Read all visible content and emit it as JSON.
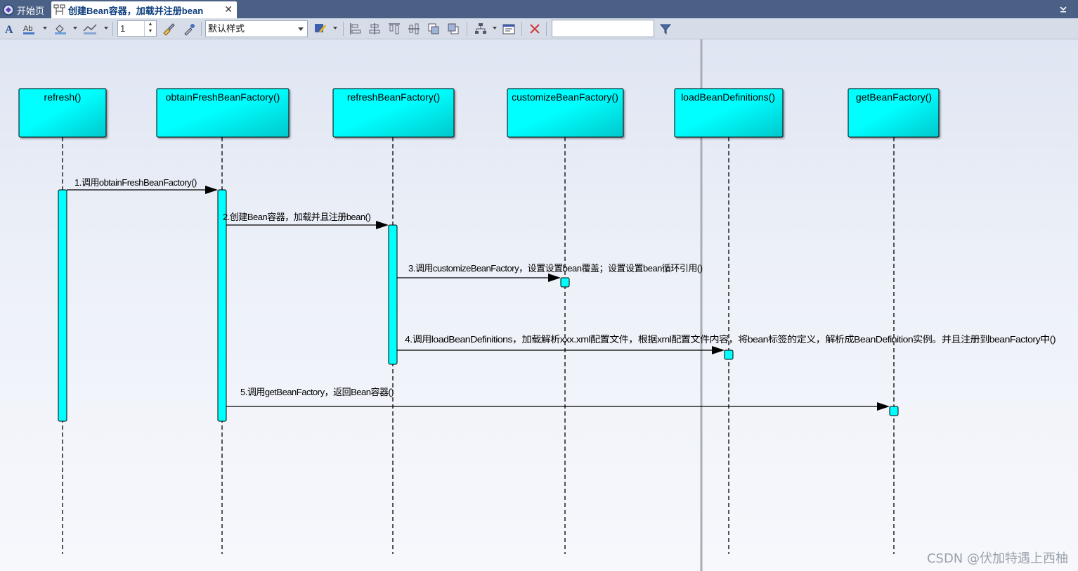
{
  "tabs": {
    "start_label": "开始页",
    "active_label": "创建Bean容器，加载并注册bean",
    "close_glyph": "✕"
  },
  "toolbar": {
    "font_size_value": "1",
    "style_select_value": "默认样式",
    "search_value": "",
    "icons": [
      "font-icon",
      "text-color-icon",
      "fill-color-icon",
      "line-color-icon",
      "format-painter-icon",
      "eyedropper-icon",
      "style-apply-icon",
      "align-left-icon",
      "align-center-icon",
      "align-top-icon",
      "align-middle-icon",
      "bring-front-icon",
      "send-back-icon",
      "layout-icon",
      "properties-icon",
      "delete-icon",
      "filter-icon"
    ]
  },
  "diagram": {
    "lifelines": [
      {
        "id": "refresh",
        "label": "refresh()"
      },
      {
        "id": "obtain",
        "label": "obtainFreshBeanFactory()"
      },
      {
        "id": "refreshbf",
        "label": "refreshBeanFactory()"
      },
      {
        "id": "customize",
        "label": "customizeBeanFactory()"
      },
      {
        "id": "load",
        "label": "loadBeanDefinitions()"
      },
      {
        "id": "get",
        "label": "getBeanFactory()"
      }
    ],
    "messages": [
      {
        "id": "m1",
        "label": "1.调用obtainFreshBeanFactory()"
      },
      {
        "id": "m2",
        "label": "2.创建Bean容器，加载并且注册bean()"
      },
      {
        "id": "m3",
        "label": "3.调用customizeBeanFactory，设置设置bean覆盖；设置设置bean循环引用()"
      },
      {
        "id": "m4",
        "label": "4.调用loadBeanDefinitions，加载解析xxx.xml配置文件，根据xml配置文件内容，将bean标签的定义，解析成BeanDefinition实例。并且注册到beanFactory中()"
      },
      {
        "id": "m5",
        "label": "5.调用getBeanFactory，返回Bean容器()"
      }
    ],
    "colors": {
      "lifeline_fill": "#00ffff",
      "lifeline_fill_dark": "#00c8cc",
      "activation": "#00ffff",
      "line": "#000000"
    }
  },
  "watermark": "CSDN @伏加特遇上西柚"
}
